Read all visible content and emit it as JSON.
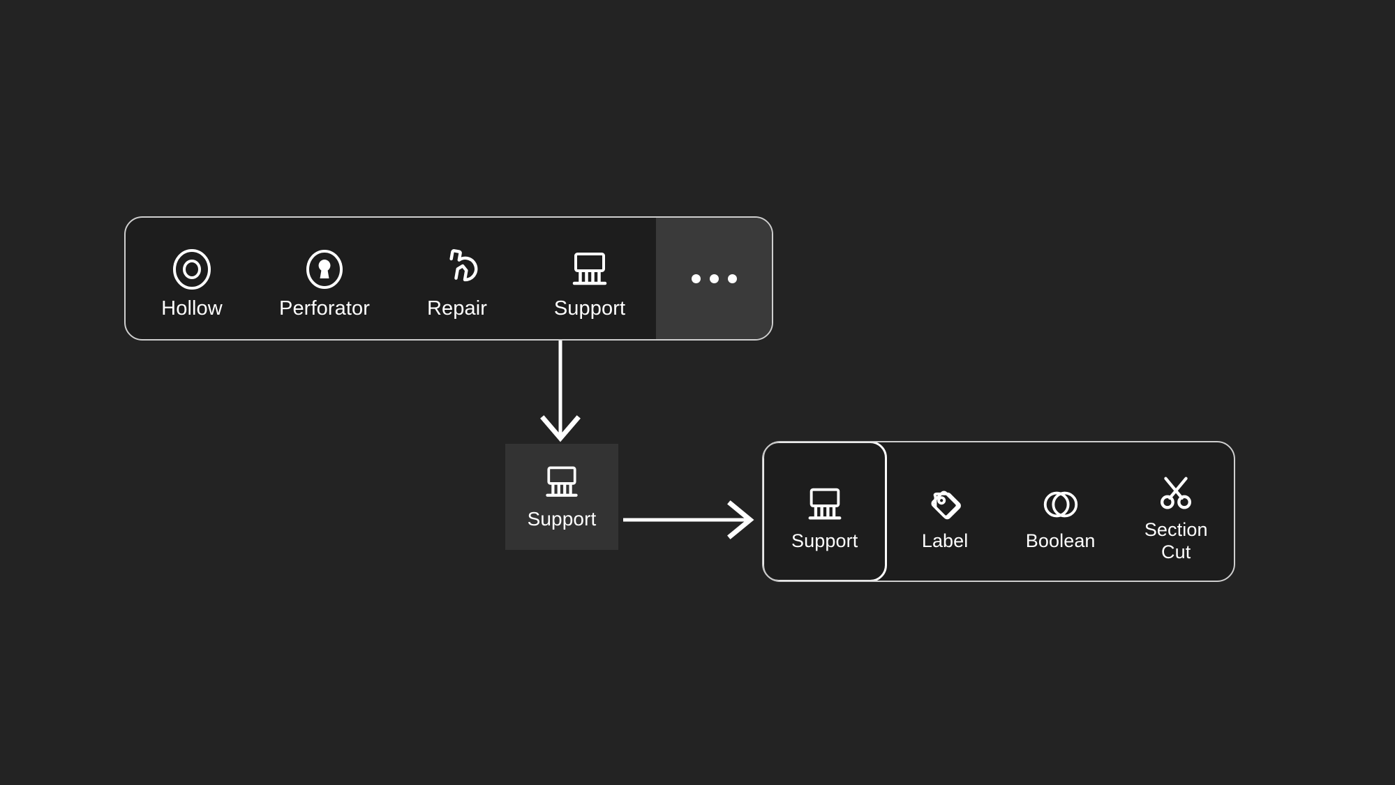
{
  "theme": {
    "page_background": "#232323",
    "toolbar_background": "#1d1d1d",
    "toolbar_border": "#cfcfcf",
    "overflow_cell_background": "#3a3a3a",
    "selected_button_background": "#333333",
    "accent_text": "#ffffff",
    "arrow_color": "#ffffff"
  },
  "top_toolbar": {
    "name": "primary-tool-palette",
    "items": [
      {
        "label": "Hollow",
        "icon": "hollow-icon"
      },
      {
        "label": "Perforator",
        "icon": "perforator-icon"
      },
      {
        "label": "Repair",
        "icon": "repair-wrench-icon"
      },
      {
        "label": "Support",
        "icon": "support-icon"
      }
    ],
    "overflow": {
      "label": "...",
      "icon": "ellipsis-icon"
    }
  },
  "callout": {
    "name": "support-button-callout",
    "label": "Support",
    "icon": "support-icon"
  },
  "bottom_toolbar": {
    "name": "overflow-tool-palette",
    "items": [
      {
        "label": "Support",
        "icon": "support-icon",
        "selected": true
      },
      {
        "label": "Label",
        "icon": "tag-icon",
        "selected": false
      },
      {
        "label": "Boolean",
        "icon": "boolean-icon",
        "selected": false
      },
      {
        "label": "Section\nCut",
        "icon": "scissors-icon",
        "selected": false
      }
    ]
  },
  "connectors": [
    {
      "name": "arrow-top-to-callout",
      "direction": "down"
    },
    {
      "name": "arrow-callout-to-bottom",
      "direction": "right"
    }
  ]
}
